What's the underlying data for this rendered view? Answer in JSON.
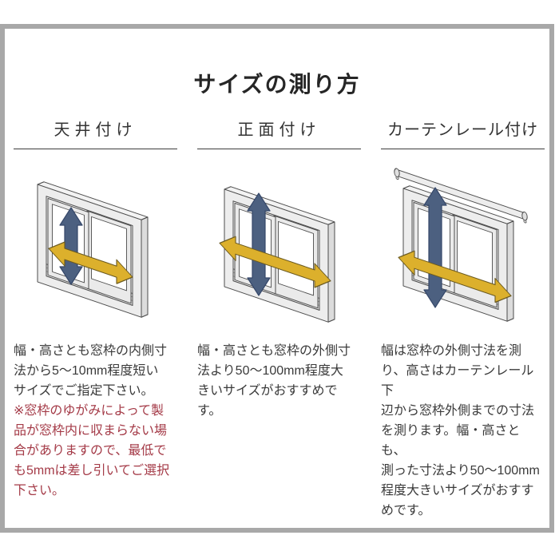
{
  "page": {
    "title": "サイズの測り方"
  },
  "colors": {
    "frame_gray": "#a8a8a8",
    "accent_blue": "#4c6080",
    "accent_yellow": "#dcb02c",
    "note_red": "#a43a47",
    "text_dark": "#3a3a3a"
  },
  "columns": [
    {
      "heading": "天井付け",
      "body": "幅・高さとも窓枠の内側寸\n法から5〜10mm程度短い\nサイズでご指定下さい。",
      "note": "※窓枠のゆがみによって製\n品が窓枠内に収まらない場\n合がありますので、最低で\nも5mmは差し引いてご選択\n下さい。"
    },
    {
      "heading": "正面付け",
      "body": "幅・高さとも窓枠の外側寸\n法より50〜100mm程度大\nきいサイズがおすすめで\nす。"
    },
    {
      "heading": "カーテンレール付け",
      "body": "幅は窓枠の外側寸法を測\nり、高さはカーテンレール下\n辺から窓枠外側までの寸法\nを測ります。幅・高さとも、\n測った寸法より50〜100mm\n程度大きいサイズがおすす\nめです。"
    }
  ]
}
